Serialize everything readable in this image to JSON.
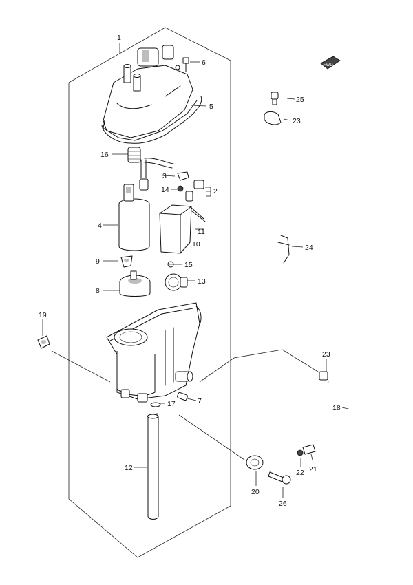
{
  "diagram": {
    "callouts": {
      "c1": "1",
      "c2": "2",
      "c3": "3",
      "c4": "4",
      "c5": "5",
      "c6": "6",
      "c7": "7",
      "c8": "8",
      "c9": "9",
      "c10": "10",
      "c11": "11",
      "c12": "12",
      "c13": "13",
      "c14": "14",
      "c15": "15",
      "c16": "16",
      "c17": "17",
      "c18": "18",
      "c19": "19",
      "c20": "20",
      "c21": "21",
      "c22": "22",
      "c23a": "23",
      "c23b": "23",
      "c24": "24",
      "c25": "25",
      "c26": "26"
    },
    "direction_label": "FWD"
  }
}
